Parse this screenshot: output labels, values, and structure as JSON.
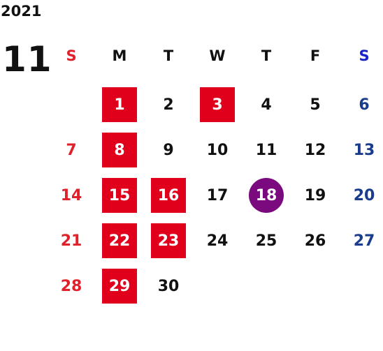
{
  "calendar": {
    "year": "2021",
    "month": "11",
    "colors": {
      "text": "#111111",
      "sunday": "#e0202a",
      "saturday_header": "#1a22cc",
      "saturday": "#1a3c8c",
      "holiday_bg": "#e0001b",
      "today_bg": "#7a0a7e"
    },
    "weekdays": [
      {
        "label": "S",
        "type": "sun"
      },
      {
        "label": "M",
        "type": "wk"
      },
      {
        "label": "T",
        "type": "wk"
      },
      {
        "label": "W",
        "type": "wk"
      },
      {
        "label": "T",
        "type": "wk"
      },
      {
        "label": "F",
        "type": "wk"
      },
      {
        "label": "S",
        "type": "sat"
      }
    ],
    "weeks": [
      [
        null,
        {
          "d": "1",
          "s": "box"
        },
        {
          "d": "2"
        },
        {
          "d": "3",
          "s": "box"
        },
        {
          "d": "4"
        },
        {
          "d": "5"
        },
        {
          "d": "6"
        }
      ],
      [
        {
          "d": "7"
        },
        {
          "d": "8",
          "s": "box"
        },
        {
          "d": "9"
        },
        {
          "d": "10"
        },
        {
          "d": "11"
        },
        {
          "d": "12"
        },
        {
          "d": "13"
        }
      ],
      [
        {
          "d": "14"
        },
        {
          "d": "15",
          "s": "box"
        },
        {
          "d": "16",
          "s": "box"
        },
        {
          "d": "17"
        },
        {
          "d": "18",
          "s": "circle"
        },
        {
          "d": "19"
        },
        {
          "d": "20"
        }
      ],
      [
        {
          "d": "21"
        },
        {
          "d": "22",
          "s": "box"
        },
        {
          "d": "23",
          "s": "box"
        },
        {
          "d": "24"
        },
        {
          "d": "25"
        },
        {
          "d": "26"
        },
        {
          "d": "27"
        }
      ],
      [
        {
          "d": "28"
        },
        {
          "d": "29",
          "s": "box"
        },
        {
          "d": "30"
        },
        null,
        null,
        null,
        null
      ]
    ]
  }
}
